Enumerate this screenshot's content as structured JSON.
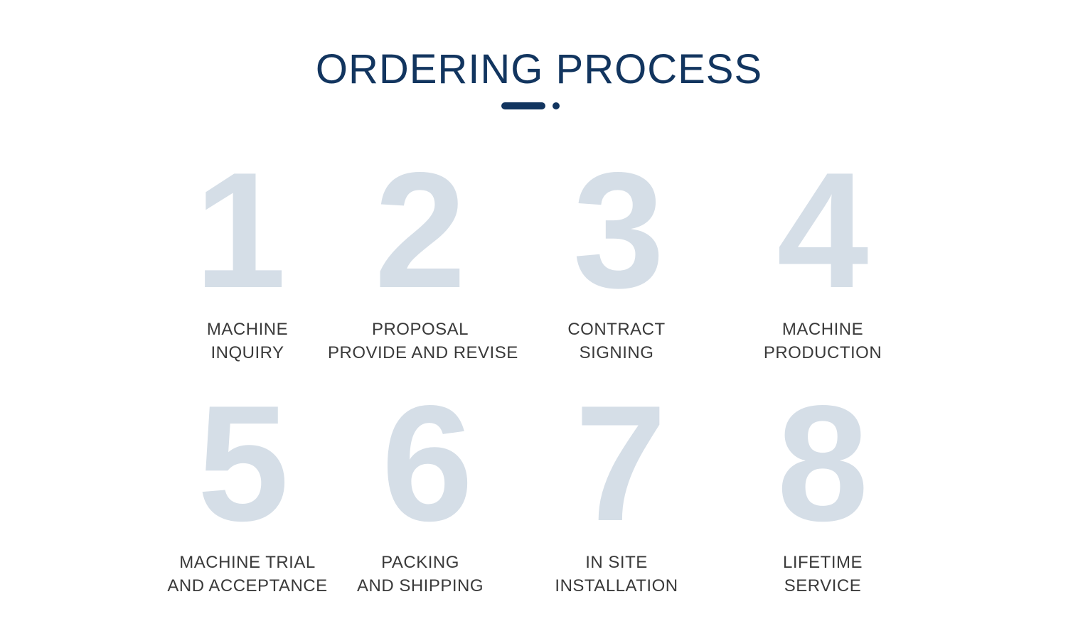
{
  "header": {
    "title": "ORDERING PROCESS"
  },
  "colors": {
    "accent": "#12355f",
    "digit": "#d5dee7",
    "text": "#3a3a3a"
  },
  "steps": [
    {
      "number": "1",
      "label_line1": "MACHINE",
      "label_line2": "INQUIRY"
    },
    {
      "number": "2",
      "label_line1": "PROPOSAL",
      "label_line2": "PROVIDE AND REVISE"
    },
    {
      "number": "3",
      "label_line1": "CONTRACT",
      "label_line2": "SIGNING"
    },
    {
      "number": "4",
      "label_line1": "MACHINE",
      "label_line2": "PRODUCTION"
    },
    {
      "number": "5",
      "label_line1": "MACHINE TRIAL",
      "label_line2": "AND ACCEPTANCE"
    },
    {
      "number": "6",
      "label_line1": "PACKING",
      "label_line2": "AND SHIPPING"
    },
    {
      "number": "7",
      "label_line1": "IN SITE",
      "label_line2": "INSTALLATION"
    },
    {
      "number": "8",
      "label_line1": "LIFETIME",
      "label_line2": "SERVICE"
    }
  ]
}
